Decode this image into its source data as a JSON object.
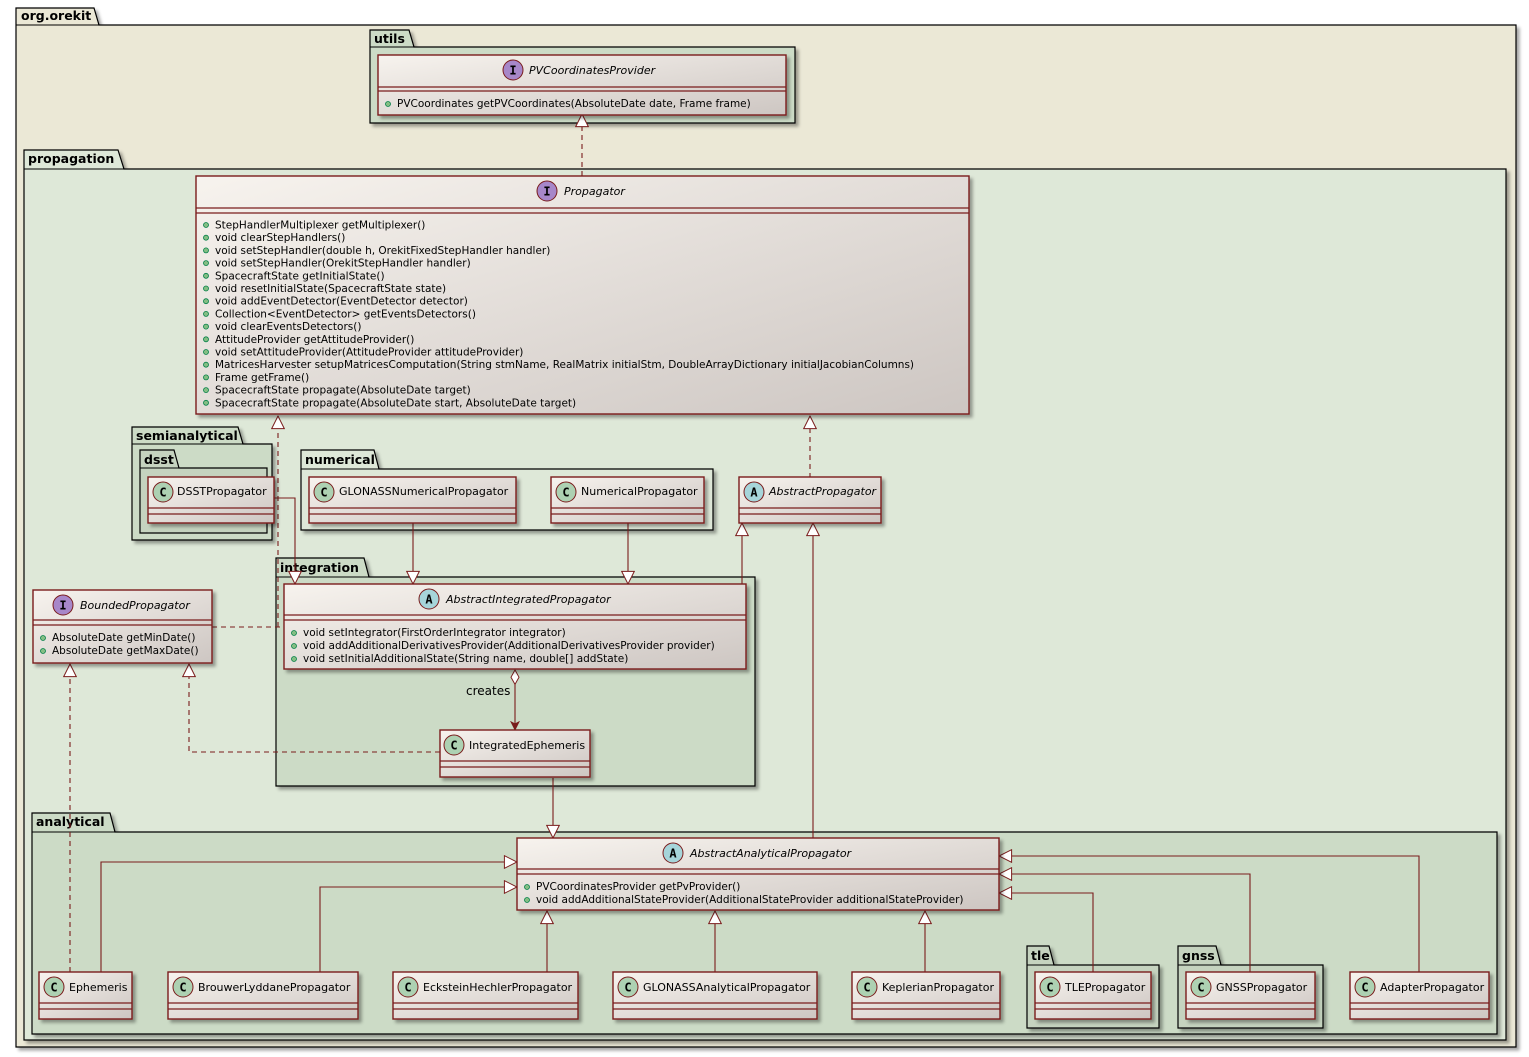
{
  "colors": {
    "outer_package_fill": "#EBE8D6",
    "propagation_fill": "#DEE8D8",
    "subpackage_fill": "#CCDBC6",
    "class_border": "#7A1C1C",
    "class_gradient_start": "#F7F3EE",
    "class_gradient_end": "#CDC6C2",
    "interface_badge": "#A787C9",
    "abstract_badge": "#A6D5DA",
    "class_badge": "#ADD1B2",
    "relation_line": "#7A1C1C"
  },
  "packages": {
    "org_orekit": "org.orekit",
    "utils": "utils",
    "propagation": "propagation",
    "semianalytical": "semianalytical",
    "dsst": "dsst",
    "numerical": "numerical",
    "integration": "integration",
    "analytical": "analytical",
    "tle": "tle",
    "gnss": "gnss"
  },
  "classes": {
    "pvcoordinates_provider": {
      "kind": "I",
      "name": "PVCoordinatesProvider",
      "members": [
        "PVCoordinates getPVCoordinates(AbsoluteDate date, Frame frame)"
      ]
    },
    "propagator": {
      "kind": "I",
      "name": "Propagator",
      "members": [
        "StepHandlerMultiplexer getMultiplexer()",
        "void clearStepHandlers()",
        "void setStepHandler(double h, OrekitFixedStepHandler handler)",
        "void setStepHandler(OrekitStepHandler handler)",
        "SpacecraftState getInitialState()",
        "void resetInitialState(SpacecraftState state)",
        "void addEventDetector(EventDetector detector)",
        "Collection<EventDetector> getEventsDetectors()",
        "void clearEventsDetectors()",
        "AttitudeProvider getAttitudeProvider()",
        "void setAttitudeProvider(AttitudeProvider attitudeProvider)",
        "MatricesHarvester setupMatricesComputation(String stmName, RealMatrix initialStm, DoubleArrayDictionary initialJacobianColumns)",
        "Frame getFrame()",
        "SpacecraftState propagate(AbsoluteDate target)",
        "SpacecraftState propagate(AbsoluteDate start, AbsoluteDate target)"
      ]
    },
    "dsst_propagator": {
      "kind": "C",
      "name": "DSSTPropagator"
    },
    "glonass_numerical_propagator": {
      "kind": "C",
      "name": "GLONASSNumericalPropagator"
    },
    "numerical_propagator": {
      "kind": "C",
      "name": "NumericalPropagator"
    },
    "abstract_propagator": {
      "kind": "A",
      "name": "AbstractPropagator"
    },
    "bounded_propagator": {
      "kind": "I",
      "name": "BoundedPropagator",
      "members": [
        "AbsoluteDate getMinDate()",
        "AbsoluteDate getMaxDate()"
      ]
    },
    "abstract_integrated_propagator": {
      "kind": "A",
      "name": "AbstractIntegratedPropagator",
      "members": [
        "void setIntegrator(FirstOrderIntegrator integrator)",
        "void addAdditionalDerivativesProvider(AdditionalDerivativesProvider provider)",
        "void setInitialAdditionalState(String name, double[] addState)"
      ]
    },
    "integrated_ephemeris": {
      "kind": "C",
      "name": "IntegratedEphemeris"
    },
    "abstract_analytical_propagator": {
      "kind": "A",
      "name": "AbstractAnalyticalPropagator",
      "members": [
        "PVCoordinatesProvider getPvProvider()",
        "void addAdditionalStateProvider(AdditionalStateProvider additionalStateProvider)"
      ]
    },
    "ephemeris": {
      "kind": "C",
      "name": "Ephemeris"
    },
    "brouwer_lyddane_propagator": {
      "kind": "C",
      "name": "BrouwerLyddanePropagator"
    },
    "eckstein_hechler_propagator": {
      "kind": "C",
      "name": "EcksteinHechlerPropagator"
    },
    "glonass_analytical_propagator": {
      "kind": "C",
      "name": "GLONASSAnalyticalPropagator"
    },
    "keplerian_propagator": {
      "kind": "C",
      "name": "KeplerianPropagator"
    },
    "tle_propagator": {
      "kind": "C",
      "name": "TLEPropagator"
    },
    "gnss_propagator": {
      "kind": "C",
      "name": "GNSSPropagator"
    },
    "adapter_propagator": {
      "kind": "C",
      "name": "AdapterPropagator"
    }
  },
  "relation_labels": {
    "creates": "creates"
  }
}
